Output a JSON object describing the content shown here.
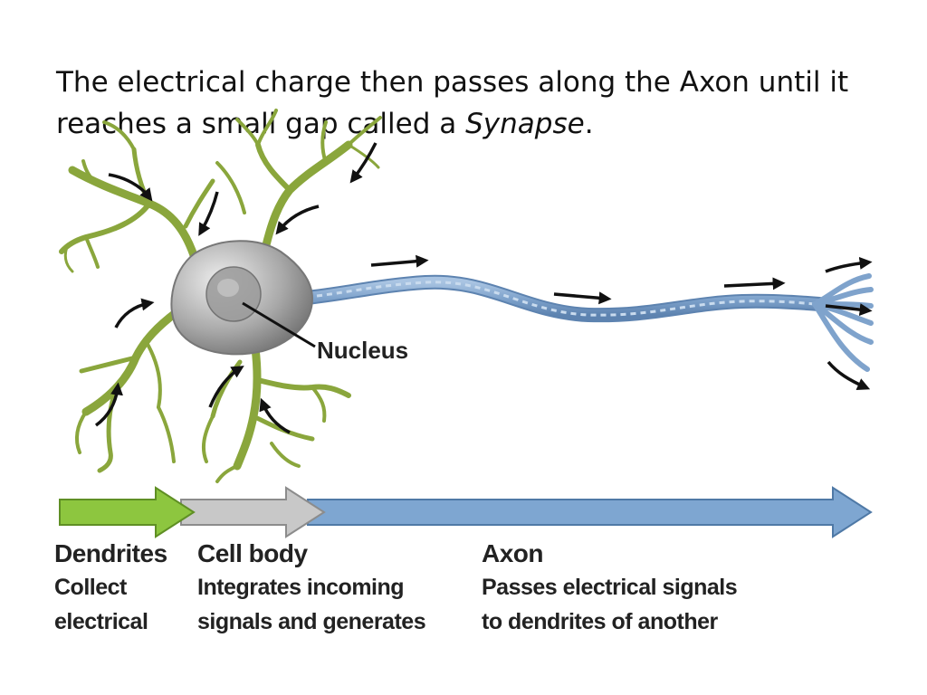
{
  "slide": {
    "title_part1": "The electrical charge then passes along the Axon until it reaches a small gap called a ",
    "title_italic": "Synapse",
    "title_end": "."
  },
  "diagram": {
    "nucleus_label": "Nucleus",
    "colors": {
      "dendrite": "#8aa63c",
      "cell_body": "#b0b0b0",
      "axon": "#7fa3cc",
      "arrow": "#111111"
    }
  },
  "legend": {
    "dendrites": {
      "head": "Dendrites",
      "line1": "Collect",
      "line2": "electrical",
      "color": "#8dc63f"
    },
    "cell_body": {
      "head": "Cell body",
      "line1": "Integrates incoming",
      "line2": "signals and generates",
      "color": "#c8c8c8"
    },
    "axon": {
      "head": "Axon",
      "line1": "Passes electrical signals",
      "line2": "to dendrites of another",
      "color": "#7ea6d1"
    }
  }
}
